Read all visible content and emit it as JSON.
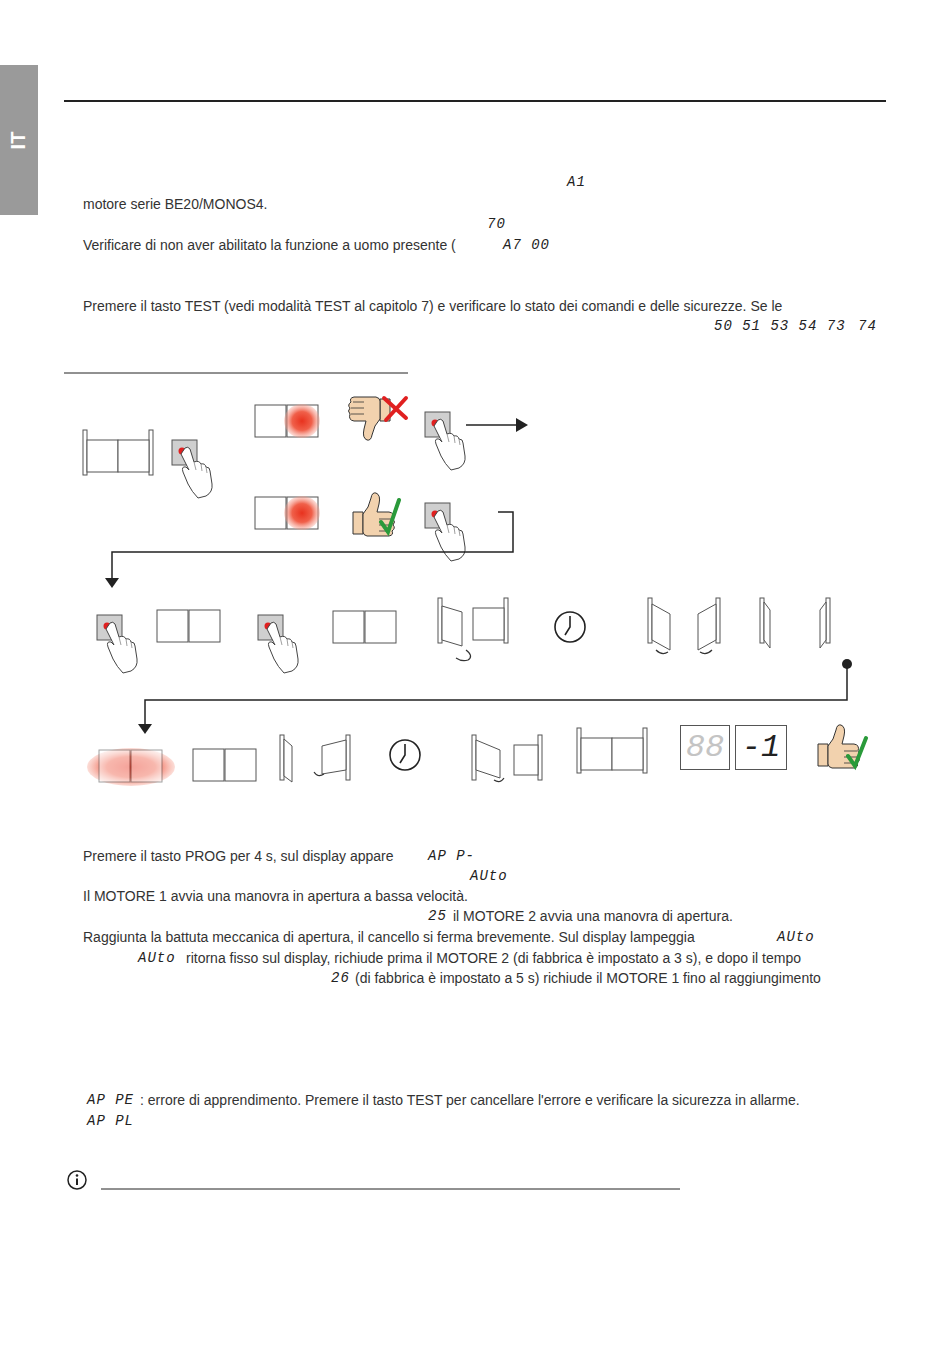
{
  "diagram": {
    "nodes": [
      {
        "text": [
          "IT"
        ]
      },
      {
        "text": [
          "88"
        ]
      },
      {
        "text": [
          "-1"
        ]
      }
    ],
    "labels": [
      "A1",
      "motore serie BE20/MONOS4.",
      "70",
      "Verificare di non aver abilitato la funzione a uomo presente (",
      "A7 00",
      "Premere il tasto TEST (vedi modalità TEST al capitolo 7) e verificare lo stato dei comandi e delle sicurezze. Se le",
      "50 51 53 54 73",
      "74",
      "Premere il tasto PROG per 4 s, sul display appare",
      "AP P-",
      "AUto",
      "Il MOTORE 1 avvia una manovra in apertura a bassa velocità.",
      "25",
      "il MOTORE 2 avvia una manovra di apertura.",
      "Raggiunta la battuta meccanica di apertura, il cancello si ferma brevemente. Sul display lampeggia",
      "AUto",
      "AUto",
      "ritorna fisso sul display, richiude prima il MOTORE 2 (di fabbrica è impostato a 3 s), e dopo il tempo",
      "26",
      "(di fabbrica è impostato a 5 s) richiude il MOTORE 1 fino al raggiungimento",
      "AP PE",
      ": errore di apprendimento. Premere il tasto TEST per cancellare l'errore e verificare la sicurezza in allarme.",
      "AP PL"
    ]
  }
}
